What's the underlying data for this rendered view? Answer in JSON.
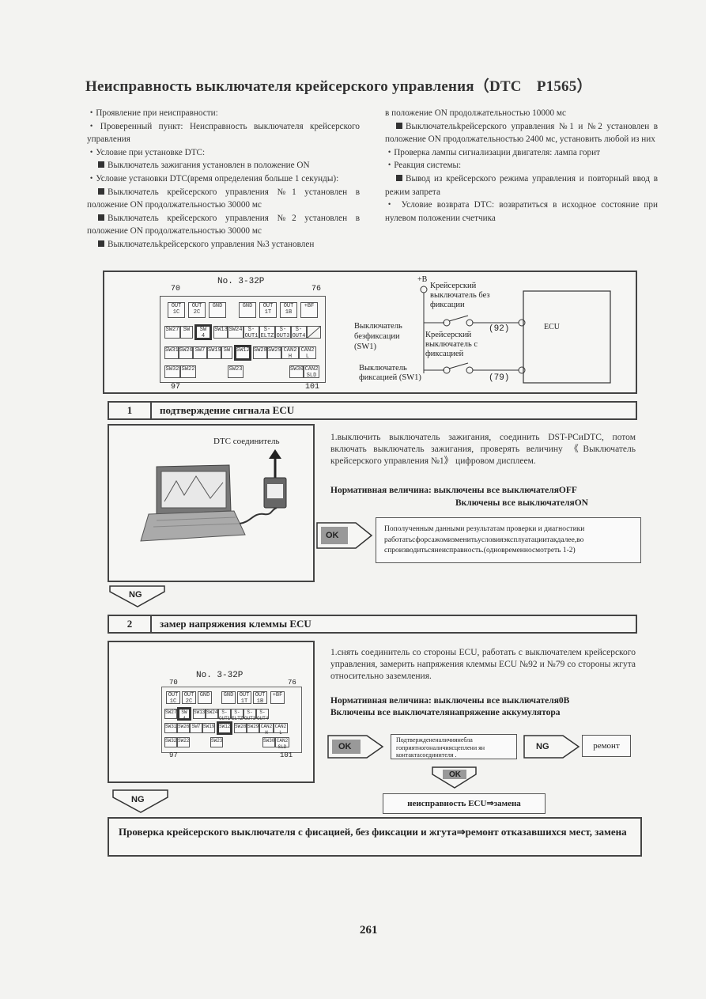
{
  "title": "Неисправность выключателя крейсерского управления（DTC　P1565）",
  "left_column": [
    {
      "text": "・Проявление при неисправности:",
      "style": "plain"
    },
    {
      "text": "・Проверенный пункт: Неисправность выключателя крейсерского управления",
      "style": "plain"
    },
    {
      "text": "・Условие при установке DTC:",
      "style": "plain"
    },
    {
      "text": "Выключатель зажигания установлен в положение ON",
      "style": "bullet"
    },
    {
      "text": "・Условие установки DTC(время определения больше 1 секунды):",
      "style": "plain"
    },
    {
      "text": "Выключатель крейсерского управления №1 установлен в положение ON продолжательностью 30000 мс",
      "style": "bullet"
    },
    {
      "text": "Выключатель крейсерского управления №2 установлен в положение ON продолжательностью 30000 мс",
      "style": "bullet"
    },
    {
      "text": "Выключательkрейсерского управления №3 установлен",
      "style": "bullet"
    }
  ],
  "right_column": [
    {
      "text": "в положение ON продолжательностью 10000 мс",
      "style": "plain"
    },
    {
      "text": "Выключательkрейсерского управления №1 и №2 установлен в положение ON продолжательностью 2400 мс, установить любой из них",
      "style": "bullet"
    },
    {
      "text": "・Проверка лампы сигнализации двигателя: лампа горит",
      "style": "plain"
    },
    {
      "text": "・Реакция системы:",
      "style": "plain"
    },
    {
      "text": "Вывод из крейсерского режима управления и повторный ввод в режим запрета",
      "style": "bullet"
    },
    {
      "text": "・ Условие возврата DTC: возвратиться в исходное состояние при нулевом положении счетчика",
      "style": "plain"
    }
  ],
  "diagram": {
    "connector_title": "No. 3-32P",
    "pin_top_left": "70",
    "pin_top_right": "76",
    "pin_bottom_left": "97",
    "pin_bottom_right": "101",
    "row1": [
      "OUT 1C",
      "OUT 2C",
      "GND",
      "GND",
      "OUT 1T",
      "OUT 1B",
      "+BF"
    ],
    "row2": [
      "SW27",
      "SW",
      "SW 4",
      "SW13",
      "SW24",
      "S-OUT1",
      "S-ELTZ",
      "S-OUT3",
      "S-OUT4"
    ],
    "row3": [
      "SW31",
      "SW26",
      "SW7",
      "SW19",
      "SW",
      "SW12",
      "SW28",
      "SW29",
      "CAN2 H",
      "CAN2 L"
    ],
    "row4": [
      "SW32",
      "SW22",
      "SW23",
      "SW30",
      "CAN2 SLD"
    ],
    "plus_b": "+B",
    "label_free_switch": "Крейсерский выключатель без фиксации",
    "label_free_left": "Выключатель безфиксации (SW1)",
    "label_fixed_switch": "Крейсерский выключатель с фиксацией",
    "label_fixed_left": "Выключатель фиксацией (SW1)",
    "pin_92": "(92)",
    "pin_79": "(79)",
    "ecu": "ECU"
  },
  "step1": {
    "number": "1",
    "title": "подтверждение сигнала ECU",
    "connector_label": "DTC соединитель",
    "instruction": "1.выключить выключатель зажигания, соединить DST-PCиDTC, потом включать выключатель зажигания, проверять величину 《Выключатель крейсерского управления №1》 цифровом дисплеем.",
    "norm_line1": "Нормативная величина: выключены все выключателяOFF",
    "norm_line2": "Включены все выключателяON",
    "ok": "OK",
    "ok_result": "Пополученным данными результатам проверки и диагностики работатьсфорсажомизменитьусловияэксплуатациитакдалее,во спроизводитьсянеисправность.(одновременносмотреть 1-2)",
    "ng": "NG"
  },
  "step2": {
    "number": "2",
    "title": "замер напряжения клеммы ECU",
    "instruction": "1.снять соединитель со стороны ECU, работать с выключателем крейсерского управления, замерить напряжения клеммы ECU №92 и №79 со стороны жгута относительно заземления.",
    "norm_line1": "Нормативная величина: выключены все выключателя0В",
    "norm_line2": "Включены все выключателянапряжение аккумулятора",
    "ok": "OK",
    "ok_box": "Подтверждененаличиянебла гоприятногоналичиясцеплени ян контактасоединителя .",
    "ng": "NG",
    "repair": "ремонт",
    "ok2": "OK",
    "ecu_replace": "неисправность ECU⇒замена",
    "ng2": "NG"
  },
  "final_text": "Проверка крейсерского выключателя с фисацией, без фиксации и жгута⇒ремонт отказавшихся мест, замена",
  "page_number": "261"
}
